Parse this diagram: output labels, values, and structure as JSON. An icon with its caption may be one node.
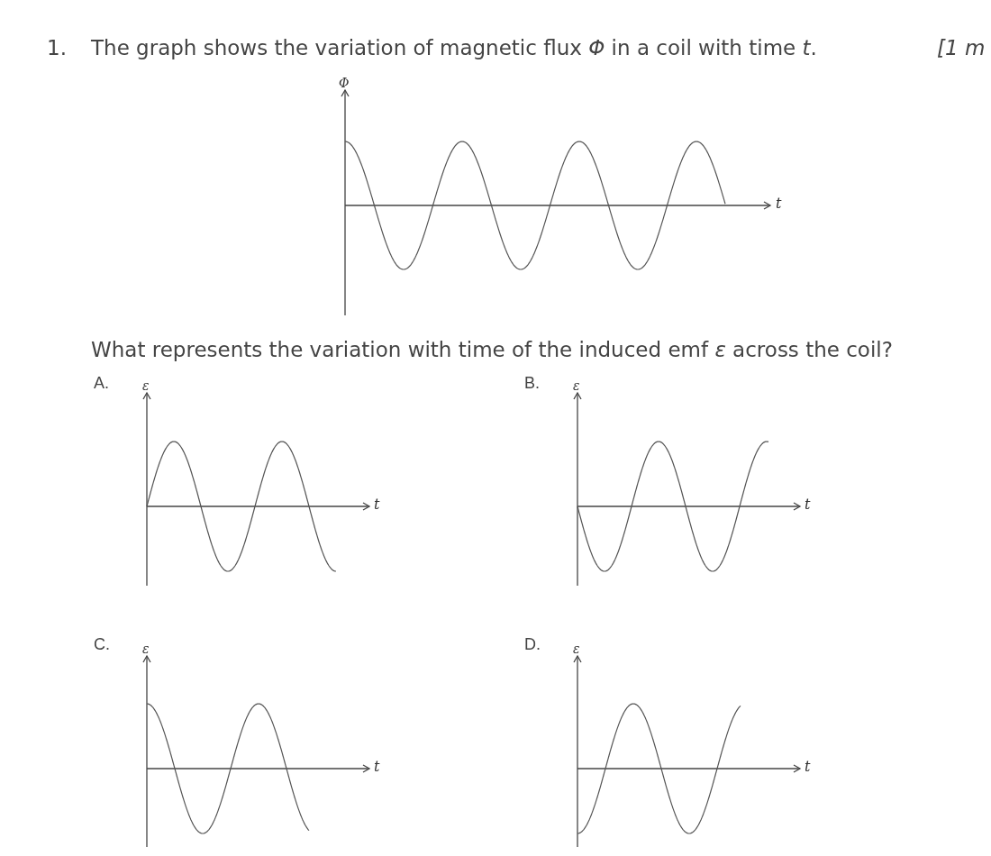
{
  "diagram": {
    "labels": [
      "1.",
      "The graph shows the variation of magnetic flux *Φ* in a coil with time *t*.",
      "[1 m",
      "Φ",
      "t",
      "What represents the variation with time of the induced emf *ε* across the coil?",
      "A.",
      "ε",
      "t",
      "B.",
      "ε",
      "t",
      "C.",
      "ε",
      "t",
      "D.",
      "ε",
      "t"
    ]
  }
}
